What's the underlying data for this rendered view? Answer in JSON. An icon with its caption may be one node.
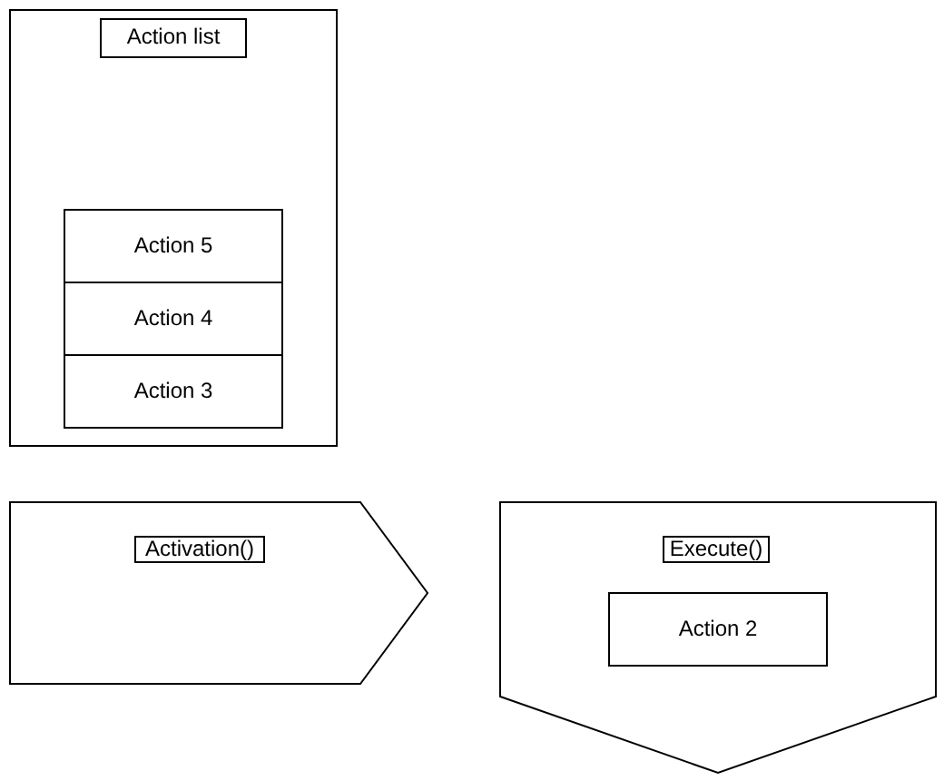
{
  "diagram": {
    "nodes": [
      {
        "text": [],
        "shape": "box"
      },
      {
        "text": [
          "Action list"
        ],
        "in": 0
      },
      {
        "text": [
          "Action 5"
        ],
        "in": 0
      },
      {
        "text": [
          "Action 4"
        ],
        "in": 0
      },
      {
        "text": [
          "Action 3"
        ],
        "in": 0
      },
      {
        "text": [],
        "shape": "pentagon"
      },
      {
        "text": [
          "Activation()"
        ],
        "in": 5
      },
      {
        "text": [],
        "shape": "pentagon"
      },
      {
        "text": [
          "Execute()"
        ],
        "in": 7
      },
      {
        "text": [
          "Action 2"
        ],
        "in": 7
      }
    ]
  }
}
